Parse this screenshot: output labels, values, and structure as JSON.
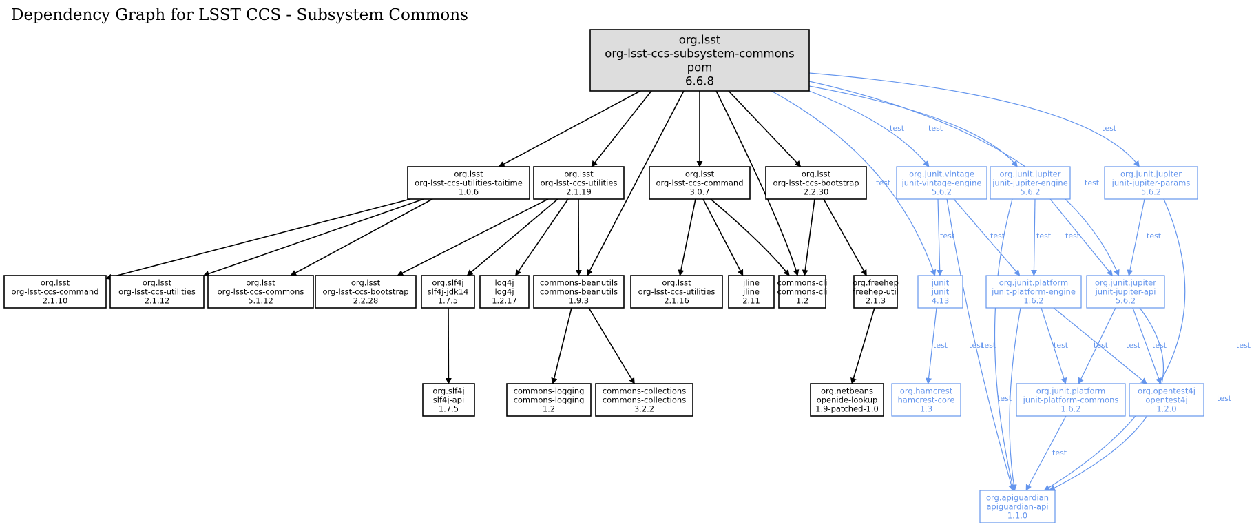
{
  "title": "Dependency Graph for LSST CCS - Subsystem Commons",
  "colors": {
    "compile": "#000000",
    "test": "#6495ed",
    "root_fill": "#dddddd"
  },
  "nodes": [
    {
      "id": "root",
      "lines": [
        "org.lsst",
        "org-lsst-ccs-subsystem-commons",
        "pom",
        "6.6.8"
      ],
      "scope": "root"
    },
    {
      "id": "taitime",
      "lines": [
        "org.lsst",
        "org-lsst-ccs-utilities-taitime",
        "1.0.6"
      ],
      "scope": "compile"
    },
    {
      "id": "utilities2119",
      "lines": [
        "org.lsst",
        "org-lsst-ccs-utilities",
        "2.1.19"
      ],
      "scope": "compile"
    },
    {
      "id": "command307",
      "lines": [
        "org.lsst",
        "org-lsst-ccs-command",
        "3.0.7"
      ],
      "scope": "compile"
    },
    {
      "id": "bootstrap2230",
      "lines": [
        "org.lsst",
        "org-lsst-ccs-bootstrap",
        "2.2.30"
      ],
      "scope": "compile"
    },
    {
      "id": "vintage",
      "lines": [
        "org.junit.vintage",
        "junit-vintage-engine",
        "5.6.2"
      ],
      "scope": "test"
    },
    {
      "id": "jupiterEngine",
      "lines": [
        "org.junit.jupiter",
        "junit-jupiter-engine",
        "5.6.2"
      ],
      "scope": "test"
    },
    {
      "id": "jupiterParams",
      "lines": [
        "org.junit.jupiter",
        "junit-jupiter-params",
        "5.6.2"
      ],
      "scope": "test"
    },
    {
      "id": "command2110",
      "lines": [
        "org.lsst",
        "org-lsst-ccs-command",
        "2.1.10"
      ],
      "scope": "compile"
    },
    {
      "id": "utilities2112",
      "lines": [
        "org.lsst",
        "org-lsst-ccs-utilities",
        "2.1.12"
      ],
      "scope": "compile"
    },
    {
      "id": "commons5112",
      "lines": [
        "org.lsst",
        "org-lsst-ccs-commons",
        "5.1.12"
      ],
      "scope": "compile"
    },
    {
      "id": "bootstrap2228",
      "lines": [
        "org.lsst",
        "org-lsst-ccs-bootstrap",
        "2.2.28"
      ],
      "scope": "compile"
    },
    {
      "id": "slf4jJdk",
      "lines": [
        "org.slf4j",
        "slf4j-jdk14",
        "1.7.5"
      ],
      "scope": "compile"
    },
    {
      "id": "log4j",
      "lines": [
        "log4j",
        "log4j",
        "1.2.17"
      ],
      "scope": "compile"
    },
    {
      "id": "beanutils",
      "lines": [
        "commons-beanutils",
        "commons-beanutils",
        "1.9.3"
      ],
      "scope": "compile"
    },
    {
      "id": "utilities2116",
      "lines": [
        "org.lsst",
        "org-lsst-ccs-utilities",
        "2.1.16"
      ],
      "scope": "compile"
    },
    {
      "id": "jline",
      "lines": [
        "jline",
        "jline",
        "2.11"
      ],
      "scope": "compile"
    },
    {
      "id": "cli",
      "lines": [
        "commons-cli",
        "commons-cli",
        "1.2"
      ],
      "scope": "compile"
    },
    {
      "id": "freehep",
      "lines": [
        "org.freehep",
        "freehep-util",
        "2.1.3"
      ],
      "scope": "compile"
    },
    {
      "id": "junit",
      "lines": [
        "junit",
        "junit",
        "4.13"
      ],
      "scope": "test"
    },
    {
      "id": "platformEngine",
      "lines": [
        "org.junit.platform",
        "junit-platform-engine",
        "1.6.2"
      ],
      "scope": "test"
    },
    {
      "id": "jupiterApi",
      "lines": [
        "org.junit.jupiter",
        "junit-jupiter-api",
        "5.6.2"
      ],
      "scope": "test"
    },
    {
      "id": "slf4jApi",
      "lines": [
        "org.slf4j",
        "slf4j-api",
        "1.7.5"
      ],
      "scope": "compile"
    },
    {
      "id": "logging",
      "lines": [
        "commons-logging",
        "commons-logging",
        "1.2"
      ],
      "scope": "compile"
    },
    {
      "id": "collections",
      "lines": [
        "commons-collections",
        "commons-collections",
        "3.2.2"
      ],
      "scope": "compile"
    },
    {
      "id": "openide",
      "lines": [
        "org.netbeans",
        "openide-lookup",
        "1.9-patched-1.0"
      ],
      "scope": "compile"
    },
    {
      "id": "hamcrest",
      "lines": [
        "org.hamcrest",
        "hamcrest-core",
        "1.3"
      ],
      "scope": "test"
    },
    {
      "id": "platformCommons",
      "lines": [
        "org.junit.platform",
        "junit-platform-commons",
        "1.6.2"
      ],
      "scope": "test"
    },
    {
      "id": "opentest4j",
      "lines": [
        "org.opentest4j",
        "opentest4j",
        "1.2.0"
      ],
      "scope": "test"
    },
    {
      "id": "apiguardian",
      "lines": [
        "org.apiguardian",
        "apiguardian-api",
        "1.1.0"
      ],
      "scope": "test"
    }
  ],
  "edges": [
    {
      "from": "root",
      "to": "taitime",
      "label": ""
    },
    {
      "from": "root",
      "to": "utilities2119",
      "label": ""
    },
    {
      "from": "root",
      "to": "beanutils",
      "label": ""
    },
    {
      "from": "root",
      "to": "command307",
      "label": ""
    },
    {
      "from": "root",
      "to": "cli",
      "label": ""
    },
    {
      "from": "root",
      "to": "bootstrap2230",
      "label": ""
    },
    {
      "from": "root",
      "to": "junit",
      "label": "test"
    },
    {
      "from": "root",
      "to": "vintage",
      "label": "test"
    },
    {
      "from": "root",
      "to": "jupiterEngine",
      "label": "test"
    },
    {
      "from": "root",
      "to": "jupiterApi",
      "label": "test"
    },
    {
      "from": "root",
      "to": "jupiterParams",
      "label": "test"
    },
    {
      "from": "taitime",
      "to": "command2110",
      "label": ""
    },
    {
      "from": "taitime",
      "to": "utilities2112",
      "label": ""
    },
    {
      "from": "taitime",
      "to": "commons5112",
      "label": ""
    },
    {
      "from": "utilities2119",
      "to": "bootstrap2228",
      "label": ""
    },
    {
      "from": "utilities2119",
      "to": "slf4jJdk",
      "label": ""
    },
    {
      "from": "utilities2119",
      "to": "log4j",
      "label": ""
    },
    {
      "from": "utilities2119",
      "to": "beanutils",
      "label": ""
    },
    {
      "from": "command307",
      "to": "utilities2116",
      "label": ""
    },
    {
      "from": "command307",
      "to": "jline",
      "label": ""
    },
    {
      "from": "command307",
      "to": "cli",
      "label": ""
    },
    {
      "from": "bootstrap2230",
      "to": "cli",
      "label": ""
    },
    {
      "from": "bootstrap2230",
      "to": "freehep",
      "label": ""
    },
    {
      "from": "slf4jJdk",
      "to": "slf4jApi",
      "label": ""
    },
    {
      "from": "beanutils",
      "to": "logging",
      "label": ""
    },
    {
      "from": "beanutils",
      "to": "collections",
      "label": ""
    },
    {
      "from": "freehep",
      "to": "openide",
      "label": ""
    },
    {
      "from": "vintage",
      "to": "junit",
      "label": "test"
    },
    {
      "from": "vintage",
      "to": "platformEngine",
      "label": "test"
    },
    {
      "from": "vintage",
      "to": "apiguardian",
      "label": "test"
    },
    {
      "from": "jupiterEngine",
      "to": "platformEngine",
      "label": "test"
    },
    {
      "from": "jupiterEngine",
      "to": "jupiterApi",
      "label": "test"
    },
    {
      "from": "jupiterEngine",
      "to": "apiguardian",
      "label": "test"
    },
    {
      "from": "jupiterParams",
      "to": "jupiterApi",
      "label": "test"
    },
    {
      "from": "jupiterParams",
      "to": "apiguardian",
      "label": "test"
    },
    {
      "from": "junit",
      "to": "hamcrest",
      "label": "test"
    },
    {
      "from": "platformEngine",
      "to": "platformCommons",
      "label": "test"
    },
    {
      "from": "platformEngine",
      "to": "opentest4j",
      "label": "test"
    },
    {
      "from": "platformEngine",
      "to": "apiguardian",
      "label": "test"
    },
    {
      "from": "jupiterApi",
      "to": "platformCommons",
      "label": "test"
    },
    {
      "from": "jupiterApi",
      "to": "opentest4j",
      "label": "test"
    },
    {
      "from": "jupiterApi",
      "to": "apiguardian",
      "label": "test"
    },
    {
      "from": "platformCommons",
      "to": "apiguardian",
      "label": "test"
    }
  ]
}
